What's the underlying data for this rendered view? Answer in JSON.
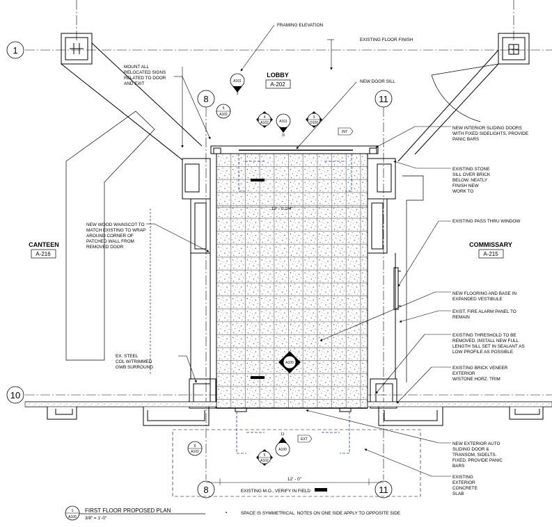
{
  "rooms": {
    "lobby": {
      "name": "LOBBY",
      "ref": "A-202"
    },
    "canteen": {
      "name": "CANTEEN",
      "ref": "A-216"
    },
    "commissary": {
      "name": "COMMISSARY",
      "ref": "A-215"
    }
  },
  "grid_lines": {
    "g1": "1",
    "g10": "10",
    "g8_top": "8",
    "g11_top": "11",
    "g8_bottom": "8",
    "g11_bottom": "11"
  },
  "notes": {
    "framing_elevation": "FRAMING ELEVATION",
    "existing_floor_finish": "EXISTING FLOOR FINISH",
    "mount_signs": [
      "MOUNT ALL",
      "RELOCATED SIGNS",
      "RELATED TO DOOR",
      "AND EXIT"
    ],
    "new_door_sill": "NEW DOOR SILL",
    "new_interior_doors": [
      "NEW INTERIOR SLIDING DOORS",
      "WITH FIXED SIDELIGHTS, PROVIDE",
      "PANIC BARS"
    ],
    "existing_stone_sill": [
      "EXISTING STONE",
      "SILL OVER BRICK",
      "BELOW.  NEATLY",
      "FINISH NEW",
      "WORK TO"
    ],
    "pass_thru": "EXISTING PASS THRU WINDOW",
    "wood_wainscot": [
      "NEW WOOD WAINSCOT TO",
      "MATCH EXISTING TO WRAP",
      "AROUND CORNER OF",
      "PATCHED WALL FROM",
      "REMOVED DOOR"
    ],
    "new_flooring": [
      "NEW FLOORING AND BASE IN",
      "EXPANDED VESTIBULE"
    ],
    "fire_alarm": [
      "EXIST. FIRE ALARM PANEL TO",
      "REMAIN"
    ],
    "threshold": [
      "EXISTING THRESHOLD TO BE",
      "REMOVED.  INSTALL NEW FULL",
      "LENGTH SILL SET IN SEALANT AS",
      "LOW PROFILE AS POSSIBLE"
    ],
    "steel_col": [
      "EX. STEEL",
      "COL W/TRIMMED",
      "GWB SURROUND"
    ],
    "brick_veneer": [
      "EXISTING BRICK VENEER",
      "EXTERIOR",
      "W/STONE HORZ. TRIM"
    ],
    "exterior_doors": [
      "NEW EXTERIOR AUTO",
      "SLIDING DOOR &",
      "TRANSOM, SIDELTS.",
      "FIXED. PROVIDE PANIC",
      "BARS"
    ],
    "concrete_slab": [
      "EXISTING",
      "EXTERIOR",
      "CONCRETE",
      "SLAB"
    ],
    "existing_mo": "EXISTING M.O., VERIFY IN FIELD"
  },
  "tags": {
    "a101_top": {
      "num": "A101",
      "sub": "3"
    },
    "a102_left": {
      "num": "5",
      "sub": "A102"
    },
    "a102_center": {
      "num": "4",
      "sub": "A102"
    },
    "a101_center": {
      "num": "A101",
      "sub": "3\\"
    },
    "d100": {
      "num": "3",
      "sub": "D100"
    },
    "int": "INT",
    "ext": "EXT",
    "a102_bottom_left": {
      "num": "6",
      "sub": "A102"
    },
    "a102_bottom": {
      "num": "5",
      "sub": "A102"
    },
    "a100_bottom": {
      "num": "11",
      "sub": "A100"
    },
    "a100_center": "A100"
  },
  "dimensions": {
    "inner_width": "12' - 0 1/4\"",
    "opening_width": "12' - 0\""
  },
  "title_block": {
    "detail_number": "1",
    "sheet": "A100",
    "title": "FIRST FLOOR PROPOSED PLAN",
    "scale": "3/8\" = 1'-0\"",
    "footnote": "SPACE IS SYMMETRICAL.  NOTES ON ONE SIDE APPLY TO OPPOSITE SIDE"
  }
}
